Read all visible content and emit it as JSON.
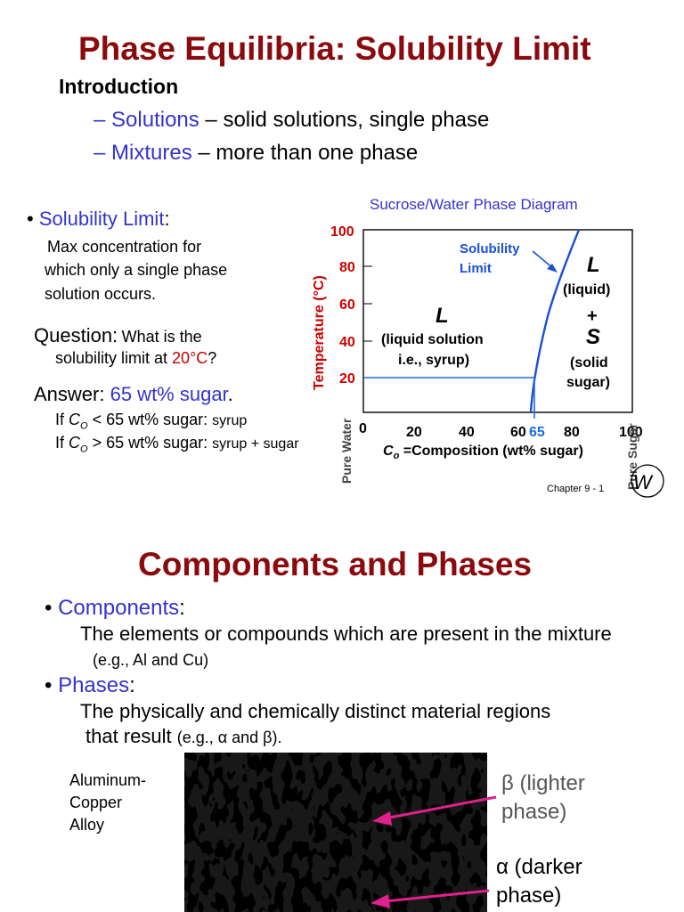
{
  "slide1": {
    "title": "Phase Equilibria: Solubility Limit",
    "intro_heading": "Introduction",
    "bullets": [
      {
        "dash": "–",
        "term": "Solutions",
        "rest": " – solid solutions, single phase"
      },
      {
        "dash": "–",
        "term": "Mixtures",
        "rest": " – more than one phase"
      }
    ],
    "sol_bullet": "•",
    "sol_term": "Solubility Limit",
    "sol_colon": ":",
    "sol_def": [
      "Max concentration for",
      "which only a single phase",
      "solution occurs."
    ],
    "question_label": "Question:",
    "question_text1": "What is the",
    "question_text2a": "solubility limit at ",
    "question_temp": "20°C",
    "question_text2b": "?",
    "answer_label": "Answer: ",
    "answer_value": "65 wt% sugar",
    "answer_dot": ".",
    "if_lines": [
      {
        "pre": "If ",
        "var": "C",
        "sub": "O",
        "op": " < 65 wt% sugar: ",
        "result": "syrup"
      },
      {
        "pre": "If ",
        "var": "C",
        "sub": "O",
        "op": " > 65 wt% sugar: ",
        "result": "syrup + sugar"
      }
    ],
    "footer": "Chapter 9 -   1"
  },
  "diagram": {
    "title": "Sucrose/Water Phase Diagram",
    "ylabel": "Temperature (°C)",
    "xlabel_var": "C",
    "xlabel_sub": "o",
    "xlabel_rest": " =Composition (wt% sugar)",
    "x_ticks": [
      "0",
      "20",
      "40",
      "60",
      "80",
      "100"
    ],
    "x_mark": "65",
    "y_ticks": [
      "20",
      "40",
      "60",
      "80",
      "100"
    ],
    "x_left_end": "Pure Water",
    "x_right_end": "Pure Sugar",
    "solubility_label": [
      "Solubility",
      "Limit"
    ],
    "region_left": {
      "symbol": "L",
      "line1": "(liquid solution",
      "line2": "i.e., syrup)"
    },
    "region_right": {
      "symbol1": "L",
      "desc1": "(liquid)",
      "plus": "+",
      "symbol2": "S",
      "desc2a": "(solid",
      "desc2b": "sugar)"
    },
    "curve_color": "#1a4fd6"
  },
  "slide2": {
    "title": "Components and Phases",
    "comp_bullet": "•",
    "comp_term": "Components",
    "comp_colon": ":",
    "comp_def": "The elements or compounds which are present in the mixture",
    "comp_example": "(e.g., Al and Cu)",
    "phase_bullet": "•",
    "phase_term": "Phases",
    "phase_colon": ":",
    "phase_def1": "The physically and chemically distinct material regions",
    "phase_def2a": "that result ",
    "phase_def2b": "(e.g., α and β).",
    "alloy_label": [
      "Aluminum-",
      "Copper",
      "Alloy"
    ],
    "beta_label": [
      "β (lighter",
      "phase)"
    ],
    "alpha_label": [
      "α (darker",
      "phase)"
    ],
    "arrow_color": "#e0208c"
  }
}
